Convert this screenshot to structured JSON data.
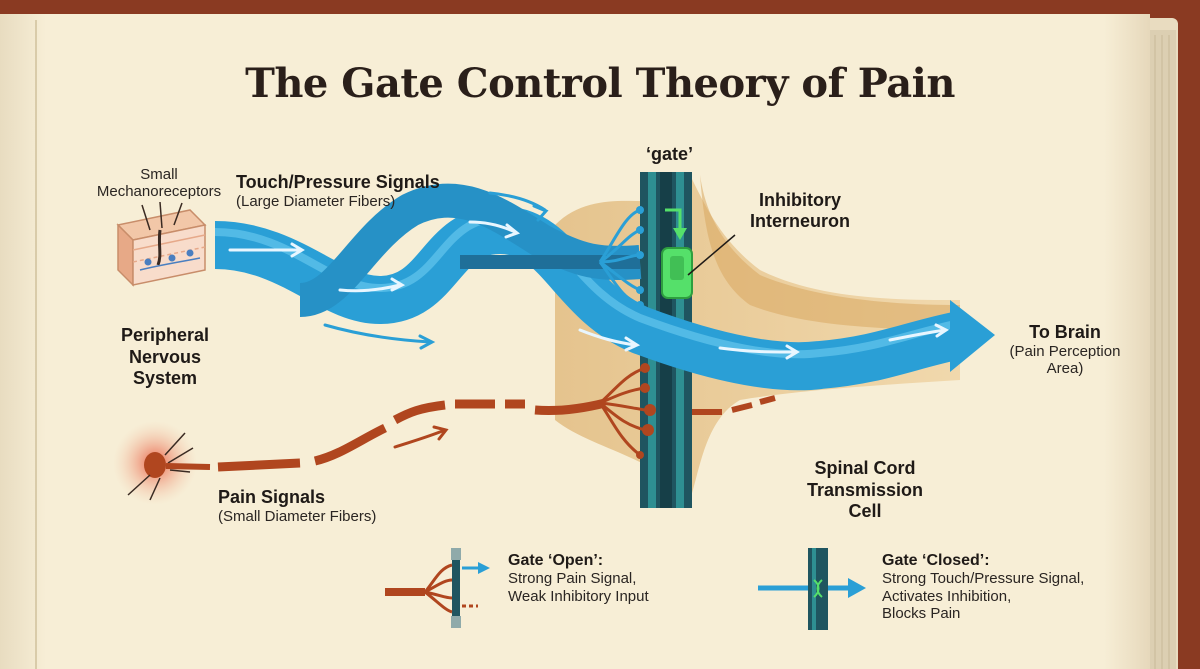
{
  "title": "The Gate Control Theory of Pain",
  "labels": {
    "mechanoreceptors": [
      "Small",
      "Mechanoreceptors"
    ],
    "touch_title": "Touch/Pressure Signals",
    "touch_sub": "(Large Diameter Fibers)",
    "pns": [
      "Peripheral",
      "Nervous",
      "System"
    ],
    "pain_title": "Pain Signals",
    "pain_sub": "(Small Diameter Fibers)",
    "gate": "‘gate’",
    "inhibitory": [
      "Inhibitory",
      "Interneuron"
    ],
    "to_brain": "To Brain",
    "to_brain_sub": [
      "(Pain Perception",
      "Area)"
    ],
    "spinal": [
      "Spinal Cord",
      "Transmission",
      "Cell"
    ]
  },
  "legend": {
    "open_title": "Gate ‘Open’:",
    "open_lines": [
      "Strong Pain Signal,",
      "Weak Inhibitory Input"
    ],
    "closed_title": "Gate ‘Closed’:",
    "closed_lines": [
      "Strong Touch/Pressure Signal,",
      "Activates Inhibition,",
      "Blocks Pain"
    ]
  },
  "colors": {
    "touch_fiber": "#2a9fd6",
    "pain_fiber": "#b0461f",
    "interneuron": "#55e06a",
    "spinal_cord": "#1f5560",
    "page": "#f6ecd3",
    "book_cover": "#8a3a22"
  },
  "icons": [
    "skin-mechanoreceptor-icon",
    "pain-nerve-icon",
    "gate-open-icon",
    "gate-closed-icon"
  ]
}
